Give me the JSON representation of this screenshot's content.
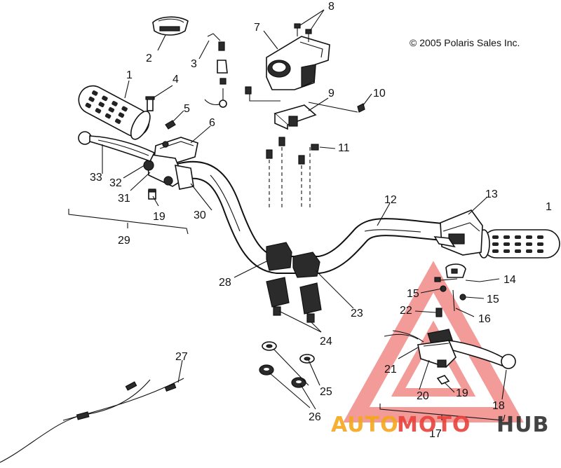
{
  "copyright": "© 2005 Polaris Sales Inc.",
  "watermark": {
    "auto": "AUTO",
    "moto": "MOTO",
    "hub": "HUB",
    "colors": {
      "auto": "#f4a71d",
      "moto": "#e8423b",
      "hub": "#2f2f2f",
      "triangle": "#ef7a76"
    }
  },
  "callouts": {
    "c1a": "1",
    "c1b": "1",
    "c2": "2",
    "c3": "3",
    "c4": "4",
    "c5": "5",
    "c6": "6",
    "c7": "7",
    "c8": "8",
    "c9": "9",
    "c10": "10",
    "c11": "11",
    "c12": "12",
    "c13": "13",
    "c14": "14",
    "c15a": "15",
    "c15b": "15",
    "c16": "16",
    "c17": "17",
    "c18": "18",
    "c19a": "19",
    "c19b": "19",
    "c20": "20",
    "c21": "21",
    "c22": "22",
    "c23": "23",
    "c24": "24",
    "c25": "25",
    "c26": "26",
    "c27": "27",
    "c28": "28",
    "c29": "29",
    "c30": "30",
    "c31": "31",
    "c32": "32",
    "c33": "33"
  }
}
